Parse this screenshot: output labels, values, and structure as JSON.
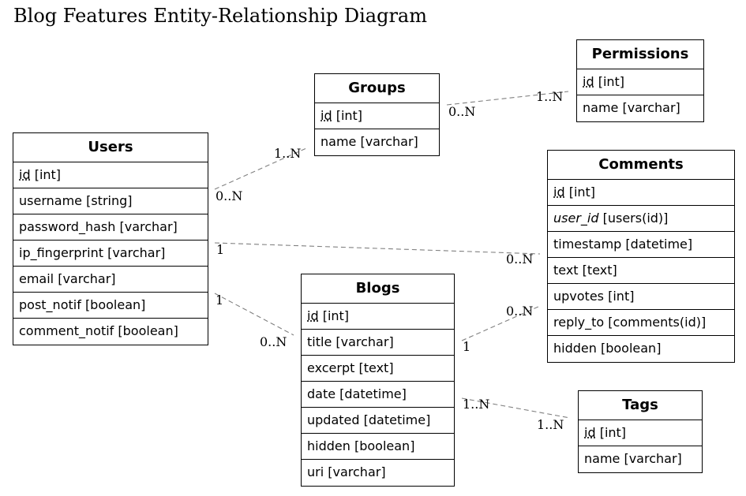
{
  "title": "Blog Features Entity-Relationship Diagram",
  "entities": [
    {
      "id": "users",
      "name": "Users",
      "fields": [
        {
          "key": "id",
          "type": "[int]",
          "style": "pk"
        },
        {
          "key": "username",
          "type": "[string]",
          "style": ""
        },
        {
          "key": "password_hash",
          "type": "[varchar]",
          "style": ""
        },
        {
          "key": "ip_fingerprint",
          "type": "[varchar]",
          "style": ""
        },
        {
          "key": "email",
          "type": "[varchar]",
          "style": ""
        },
        {
          "key": "post_notif",
          "type": "[boolean]",
          "style": ""
        },
        {
          "key": "comment_notif",
          "type": "[boolean]",
          "style": ""
        }
      ]
    },
    {
      "id": "groups",
      "name": "Groups",
      "fields": [
        {
          "key": "id",
          "type": "[int]",
          "style": "pk"
        },
        {
          "key": "name",
          "type": "[varchar]",
          "style": ""
        }
      ]
    },
    {
      "id": "permissions",
      "name": "Permissions",
      "fields": [
        {
          "key": "id",
          "type": "[int]",
          "style": "pk"
        },
        {
          "key": "name",
          "type": "[varchar]",
          "style": ""
        }
      ]
    },
    {
      "id": "comments",
      "name": "Comments",
      "fields": [
        {
          "key": "id",
          "type": "[int]",
          "style": "pk"
        },
        {
          "key": "user_id",
          "type": "[users(id)]",
          "style": "fk"
        },
        {
          "key": "timestamp",
          "type": "[datetime]",
          "style": ""
        },
        {
          "key": "text",
          "type": "[text]",
          "style": ""
        },
        {
          "key": "upvotes",
          "type": "[int]",
          "style": ""
        },
        {
          "key": "reply_to",
          "type": "[comments(id)]",
          "style": ""
        },
        {
          "key": "hidden",
          "type": "[boolean]",
          "style": ""
        }
      ]
    },
    {
      "id": "blogs",
      "name": "Blogs",
      "fields": [
        {
          "key": "id",
          "type": "[int]",
          "style": "pk"
        },
        {
          "key": "title",
          "type": "[varchar]",
          "style": ""
        },
        {
          "key": "excerpt",
          "type": "[text]",
          "style": ""
        },
        {
          "key": "date",
          "type": "[datetime]",
          "style": ""
        },
        {
          "key": "updated",
          "type": "[datetime]",
          "style": ""
        },
        {
          "key": "hidden",
          "type": "[boolean]",
          "style": ""
        },
        {
          "key": "uri",
          "type": "[varchar]",
          "style": ""
        }
      ]
    },
    {
      "id": "tags",
      "name": "Tags",
      "fields": [
        {
          "key": "id",
          "type": "[int]",
          "style": "pk"
        },
        {
          "key": "name",
          "type": "[varchar]",
          "style": ""
        }
      ]
    }
  ],
  "relations": [
    {
      "from": "users",
      "to": "groups",
      "from_card": "0..N",
      "to_card": "1..N"
    },
    {
      "from": "groups",
      "to": "permissions",
      "from_card": "0..N",
      "to_card": "1..N"
    },
    {
      "from": "users",
      "to": "comments",
      "from_card": "1",
      "to_card": "0..N"
    },
    {
      "from": "users",
      "to": "blogs",
      "from_card": "1",
      "to_card": "0..N"
    },
    {
      "from": "blogs",
      "to": "comments",
      "from_card": "1",
      "to_card": "0..N"
    },
    {
      "from": "blogs",
      "to": "tags",
      "from_card": "1..N",
      "to_card": "1..N"
    }
  ],
  "colors": {
    "edge": "#808080",
    "line": "#000000",
    "background": "#ffffff"
  }
}
